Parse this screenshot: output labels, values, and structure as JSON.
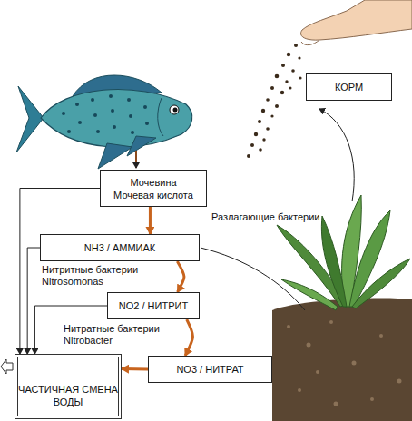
{
  "diagram": {
    "nodes": [
      {
        "text": [
          "КОРМ"
        ]
      },
      {
        "text": [
          "Мочевина",
          "Мочевая кислота"
        ]
      },
      {
        "text": [
          "NH3 / АММИАК"
        ]
      },
      {
        "text": [
          "NO2 / НИТРИТ"
        ]
      },
      {
        "text": [
          "NO3 / НИТРАТ"
        ]
      },
      {
        "text": [
          "ЧАСТИЧНАЯ СМЕНА ВОДЫ"
        ]
      }
    ],
    "edges": [
      {
        "from": 1,
        "to": 2,
        "arrow": "to",
        "label": "Разлагающие бактерии"
      },
      {
        "from": 2,
        "to": 3,
        "arrow": "to",
        "label": "Нитритные бактерии Nitrosomonas"
      },
      {
        "from": 3,
        "to": 4,
        "arrow": "to",
        "label": "Нитратные бактерии Nitrobacter"
      },
      {
        "from": 4,
        "to": 5,
        "arrow": "to"
      },
      {
        "from": 1,
        "to": 5,
        "arrow": "to"
      },
      {
        "from": 2,
        "to": 5,
        "arrow": "to"
      },
      {
        "from": 3,
        "to": 5,
        "arrow": "to"
      }
    ]
  }
}
